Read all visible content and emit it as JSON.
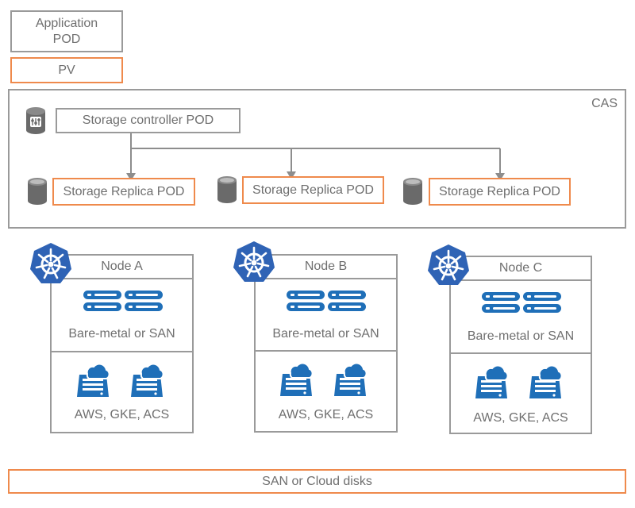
{
  "legend": {
    "application_pod": "Application\nPOD",
    "pv": "PV"
  },
  "cas": {
    "title": "CAS",
    "controller": "Storage controller POD",
    "replicas": [
      "Storage Replica POD",
      "Storage Replica POD",
      "Storage Replica POD"
    ]
  },
  "nodes": [
    {
      "name": "Node A",
      "storage": "Bare-metal or SAN",
      "cloud": "AWS, GKE, ACS"
    },
    {
      "name": "Node B",
      "storage": "Bare-metal or SAN",
      "cloud": "AWS, GKE, ACS"
    },
    {
      "name": "Node C",
      "storage": "Bare-metal or SAN",
      "cloud": "AWS, GKE, ACS"
    }
  ],
  "bottom": {
    "label": "SAN or Cloud disks"
  },
  "colors": {
    "gray_border": "#9a9a9a",
    "orange_border": "#ef8a4c",
    "blue_icon": "#1f6fb8",
    "kube_blue": "#2f63b5",
    "text": "#6f6f6f"
  },
  "icons": {
    "kubernetes": "kubernetes-helm-icon",
    "disk": "database-cylinder-icon",
    "server": "server-rack-icon",
    "cloud_server": "cloud-server-icon"
  }
}
